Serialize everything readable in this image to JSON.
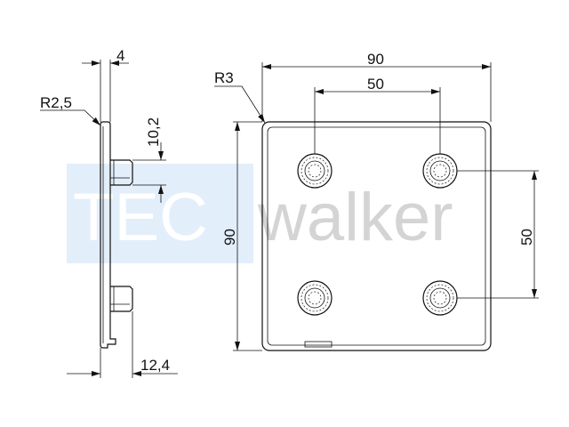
{
  "watermark": {
    "brand_part1": "TEC",
    "brand_part2": "walker"
  },
  "side_view": {
    "dim_thickness": "4",
    "dim_radius": "R2,5",
    "dim_pin_gap": "10,2",
    "dim_total_depth": "12,4"
  },
  "front_view": {
    "dim_width": "90",
    "dim_hole_spacing_x": "50",
    "dim_radius": "R3",
    "dim_height": "90",
    "dim_hole_spacing_y": "50"
  },
  "colors": {
    "line": "#111111",
    "watermark_box": "#e3eefb",
    "watermark_text": "#d4d4d4"
  }
}
